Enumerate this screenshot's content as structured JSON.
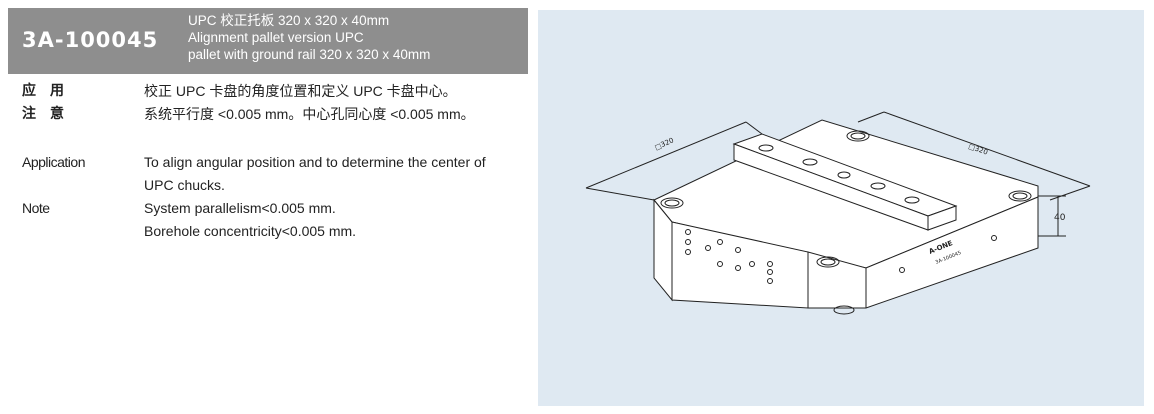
{
  "header": {
    "code": "3A-100045",
    "desc_line1": "UPC 校正托板  320 x 320 x 40mm",
    "desc_line2": "Alignment pallet version UPC",
    "desc_line3": "pallet with ground rail 320 x 320 x 40mm"
  },
  "zh": {
    "application_label": "应　用",
    "application_text": "校正 UPC 卡盘的角度位置和定义 UPC 卡盘中心。",
    "note_label": "注　意",
    "note_text": "系统平行度 <0.005 mm。中心孔同心度 <0.005 mm。"
  },
  "en": {
    "application_label": "Application",
    "application_text_1": "To align angular position and to determine the center of",
    "application_text_2": "UPC chucks.",
    "note_label": "Note",
    "note_text_1": "System parallelism<0.005 mm.",
    "note_text_2": "Borehole concentricity<0.005 mm."
  },
  "drawing": {
    "dim_width": "□320",
    "dim_depth": "□320",
    "dim_height": "40",
    "brand": "A-ONE",
    "part_no": "3A-100045"
  },
  "colors": {
    "header_bg": "#8e8e8e",
    "panel_bg": "#dfe9f2"
  }
}
